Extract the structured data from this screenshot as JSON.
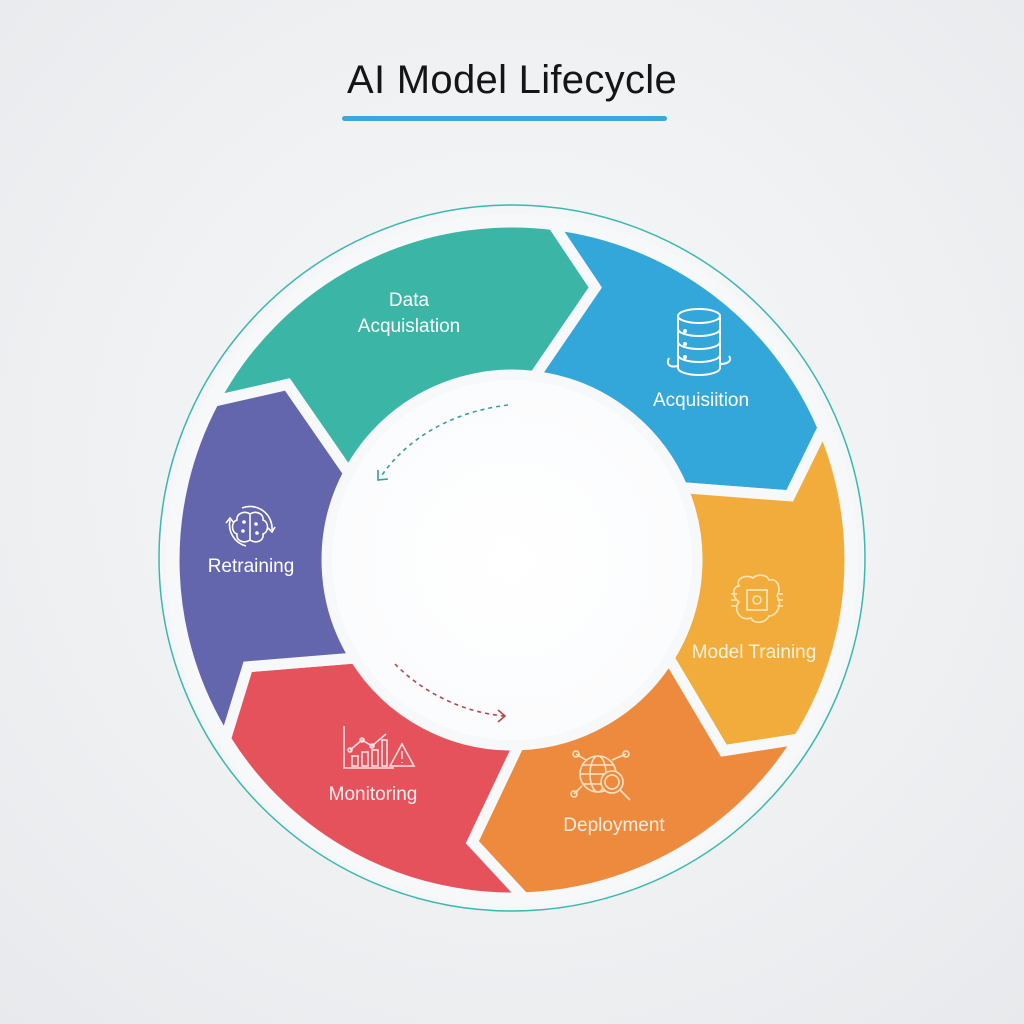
{
  "title": "AI Model Lifecycle",
  "colors": {
    "accent": "#3aa8dc",
    "ring": "#3bb8b0",
    "background": "#eef0f2"
  },
  "stages": [
    {
      "id": "data-acquisition",
      "label_line1": "Data",
      "label_line2": "Acquislation",
      "color": "#3ab5a6",
      "icon": "none"
    },
    {
      "id": "acquisition",
      "label": "Acquisiition",
      "color": "#33a7d9",
      "icon": "database-icon"
    },
    {
      "id": "model-training",
      "label": "Model Training",
      "color": "#f2ac3b",
      "icon": "brain-chip-icon"
    },
    {
      "id": "deployment",
      "label": "Deployment",
      "color": "#ee8a3e",
      "icon": "globe-search-icon"
    },
    {
      "id": "monitoring",
      "label": "Monitoring",
      "color": "#e5525c",
      "icon": "chart-warning-icon"
    },
    {
      "id": "retraining",
      "label": "Retraining",
      "color": "#6466ad",
      "icon": "brain-cycle-icon"
    }
  ],
  "flow_direction": "clockwise"
}
